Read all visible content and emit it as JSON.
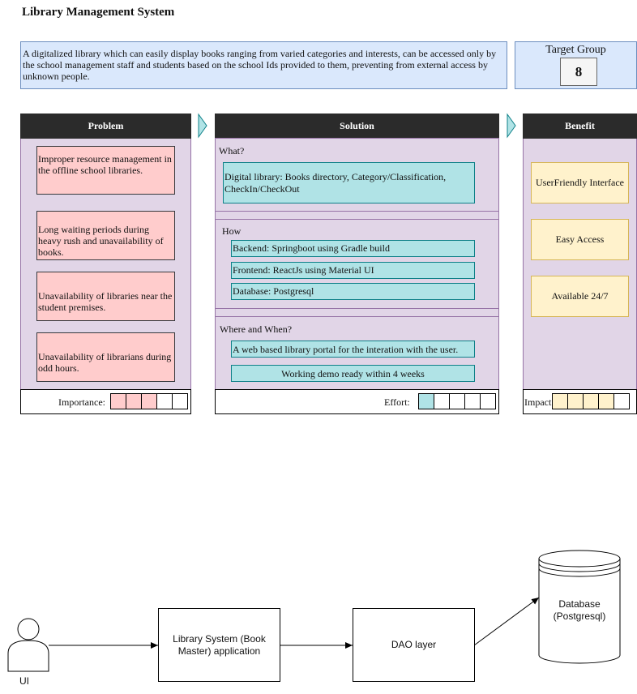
{
  "title": "Library Management System",
  "description": "A digitalized library which can easily display books ranging from varied categories and interests, can be accessed only by the school management staff and students based on the school Ids provided to them, preventing from external access by unknown people.",
  "target_group": {
    "label": "Target Group",
    "value": "8"
  },
  "problem": {
    "header": "Problem",
    "items": [
      "Improper resource management in the offline school libraries.",
      "Long waiting periods during heavy rush and unavailability of books.",
      "Unavailability of libraries near the student premises.",
      "Unavailability of librarians during odd hours."
    ],
    "rating_label": "Importance:",
    "rating": {
      "filled": 3,
      "total": 5,
      "color": "#ffcccc"
    }
  },
  "solution": {
    "header": "Solution",
    "what": {
      "label": "What?",
      "items": [
        "Digital library: Books directory, Category/Classification, CheckIn/CheckOut"
      ]
    },
    "how": {
      "label": "How",
      "items": [
        "Backend: Springboot using Gradle build",
        "Frontend: ReactJs using Material UI",
        "Database: Postgresql"
      ]
    },
    "where_when": {
      "label": "Where and When?",
      "items": [
        "A web based library portal for the interation with the user.",
        "Working demo ready within 4 weeks"
      ]
    },
    "rating_label": "Effort:",
    "rating": {
      "filled": 1,
      "total": 5,
      "color": "#b0e3e6"
    }
  },
  "benefit": {
    "header": "Benefit",
    "items": [
      "UserFriendly Interface",
      "Easy Access",
      "Available 24/7"
    ],
    "rating_label": "Impact",
    "rating": {
      "filled": 4,
      "total": 5,
      "color": "#fff2cc"
    }
  },
  "architecture": {
    "actor_label": "UI",
    "app_box": "Library System (Book Master) application",
    "dao_box": "DAO layer",
    "database": "Database (Postgresql)"
  },
  "colors": {
    "header_bg": "#2b2b2b",
    "panel_bg": "#e1d5e7",
    "blue_bg": "#dae8fc"
  }
}
